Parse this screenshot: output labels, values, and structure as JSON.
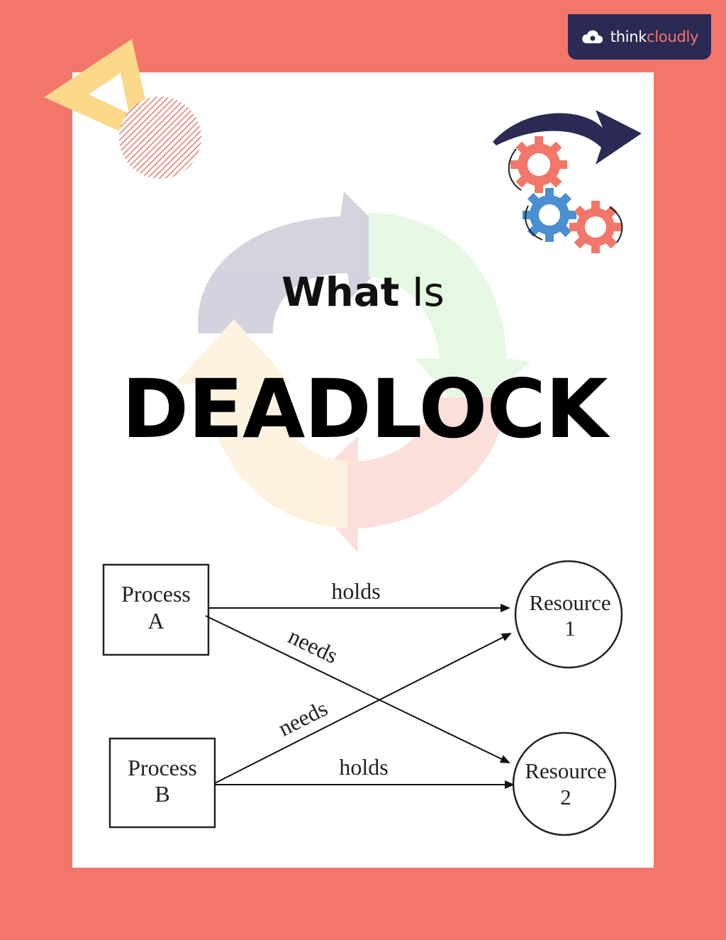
{
  "brand": {
    "name_a": "think",
    "name_b": "cloudly"
  },
  "headline": {
    "what": "What",
    "is": "Is",
    "main": "DEADLOCK"
  },
  "diagram": {
    "process_a": [
      "Process",
      "A"
    ],
    "process_b": [
      "Process",
      "B"
    ],
    "resource_1": [
      "Resource",
      "1"
    ],
    "resource_2": [
      "Resource",
      "2"
    ],
    "edges": {
      "a_holds_r1": "holds",
      "a_needs_r2": "needs",
      "b_needs_r1": "needs",
      "b_holds_r2": "holds"
    }
  },
  "colors": {
    "background": "#f2776a",
    "card": "#ffffff",
    "navy": "#2b2a55",
    "gear_red": "#f2776a",
    "gear_blue": "#4a8fd0"
  }
}
